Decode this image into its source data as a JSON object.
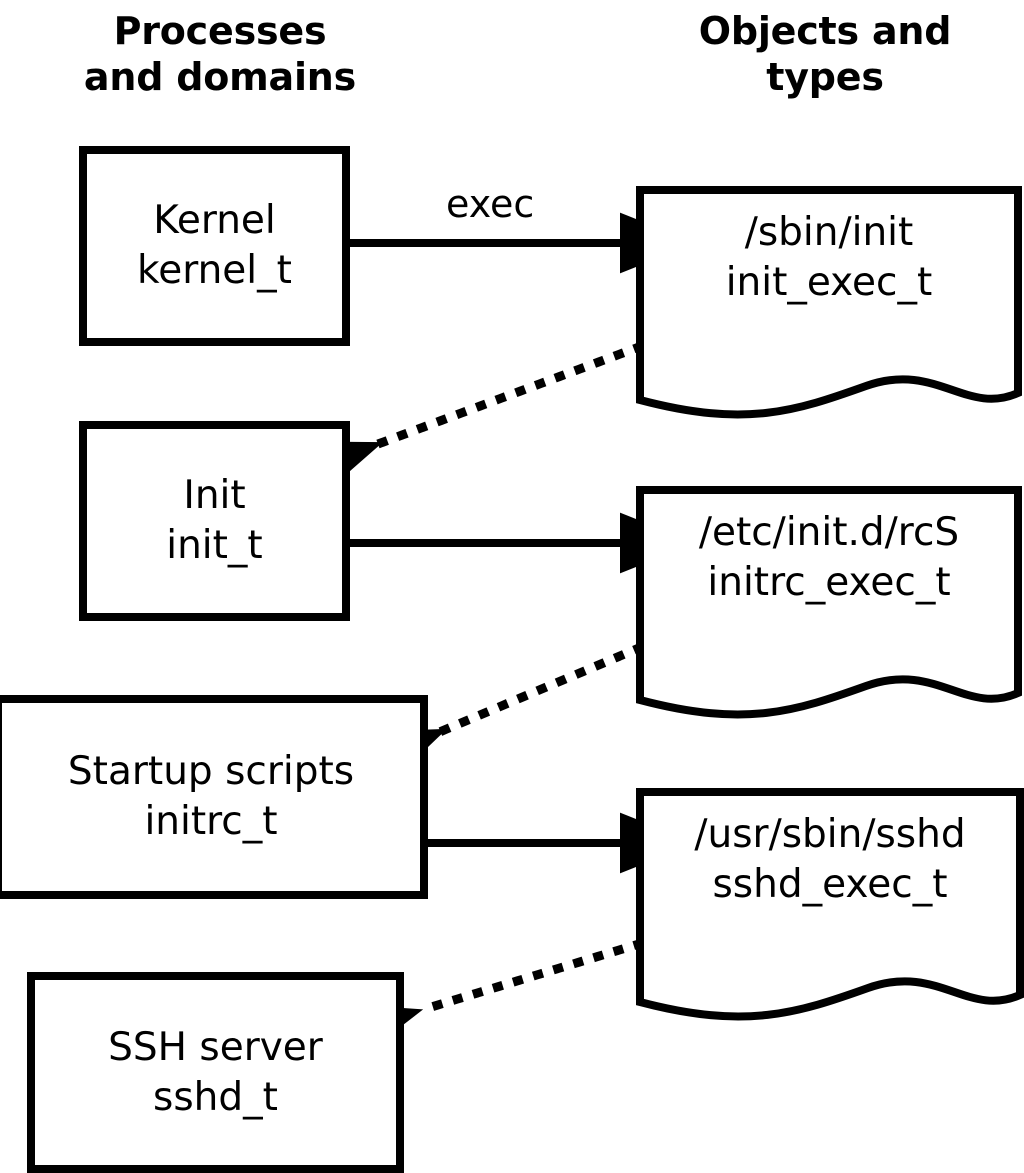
{
  "diagram": {
    "title_left": "Processes\nand domains",
    "title_right": "Objects and\ntypes",
    "accent_color": "#000000",
    "background_color": "#ffffff"
  },
  "columns": {
    "left_heading": "Processes\nand domains",
    "right_heading": "Objects and\ntypes"
  },
  "processes": [
    {
      "name": "Kernel",
      "type": "kernel_t"
    },
    {
      "name": "Init",
      "type": "init_t"
    },
    {
      "name": "Startup scripts",
      "type": "initrc_t"
    },
    {
      "name": "SSH server",
      "type": "sshd_t"
    }
  ],
  "objects": [
    {
      "path": "/sbin/init",
      "type": "init_exec_t"
    },
    {
      "path": "/etc/init.d/rcS",
      "type": "initrc_exec_t"
    },
    {
      "path": "/usr/sbin/sshd",
      "type": "sshd_exec_t"
    }
  ],
  "edges": {
    "exec_label": "exec",
    "solid": [
      {
        "from": "Kernel",
        "to": "/sbin/init",
        "label": "exec"
      },
      {
        "from": "Init",
        "to": "/etc/init.d/rcS",
        "label": ""
      },
      {
        "from": "Startup scripts",
        "to": "/usr/sbin/sshd",
        "label": ""
      }
    ],
    "dotted": [
      {
        "from": "/sbin/init",
        "to": "Init",
        "label": ""
      },
      {
        "from": "/etc/init.d/rcS",
        "to": "Startup scripts",
        "label": ""
      },
      {
        "from": "/usr/sbin/sshd",
        "to": "SSH server",
        "label": ""
      }
    ]
  }
}
